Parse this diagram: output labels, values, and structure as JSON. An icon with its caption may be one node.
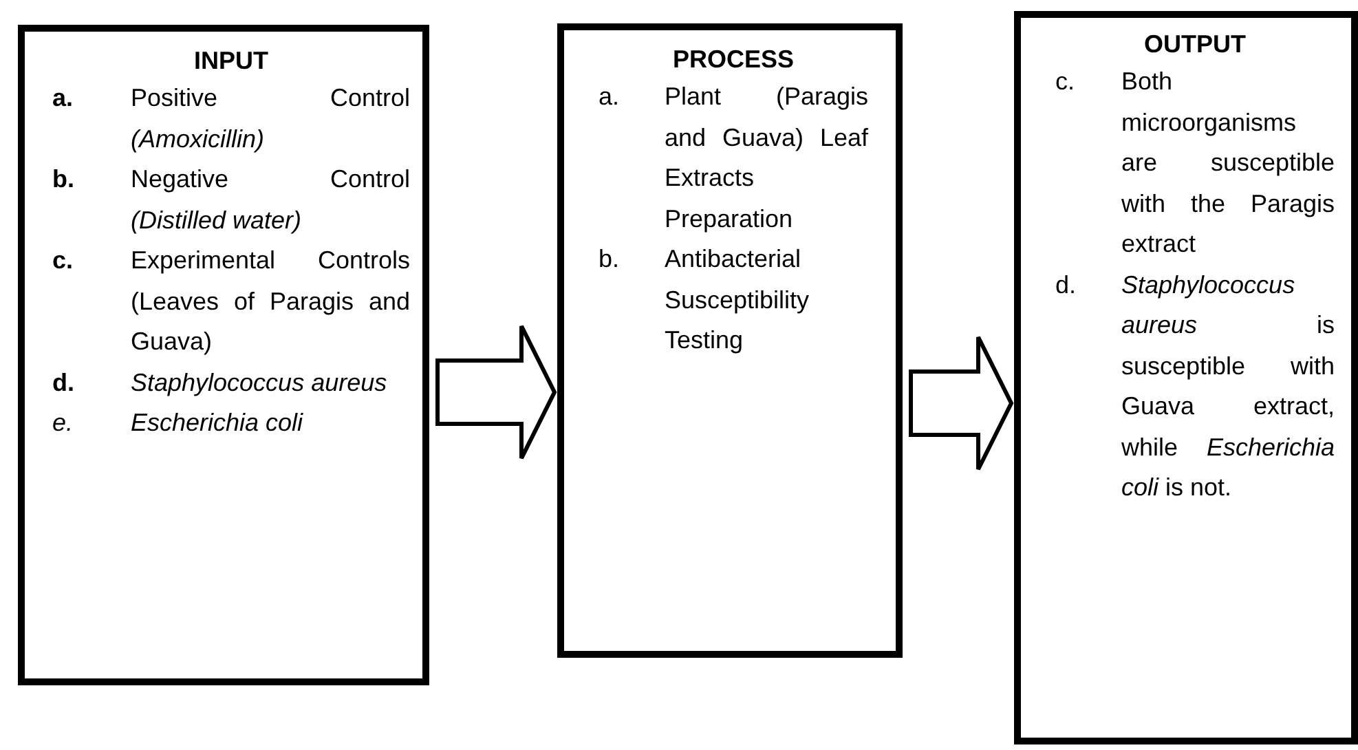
{
  "diagram": {
    "nodes": [
      {
        "text": [
          "INPUT",
          "**a.** Positive Control *(Amoxicillin)*",
          "**b.** Negative Control *(Distilled water)*",
          "**c.** Experimental Controls (Leaves of Paragis and Guava)",
          "**d.** *Staphylococcus aureus*",
          "*e.* *Escherichia coli*"
        ]
      },
      {
        "text": [
          "PROCESS",
          "a. Plant (Paragis and Guava) Leaf Extracts Preparation",
          "b. Antibacterial Susceptibility Testing"
        ]
      },
      {
        "text": [
          "OUTPUT",
          "c. Both microorganisms are susceptible with the Paragis extract",
          "d. *Staphylococcus aureus* is susceptible with Guava extract, while *Escherichia coli* is not."
        ]
      }
    ],
    "edges": [
      {
        "from": 0,
        "to": 1,
        "arrow": "to"
      },
      {
        "from": 1,
        "to": 2,
        "arrow": "to"
      }
    ]
  }
}
